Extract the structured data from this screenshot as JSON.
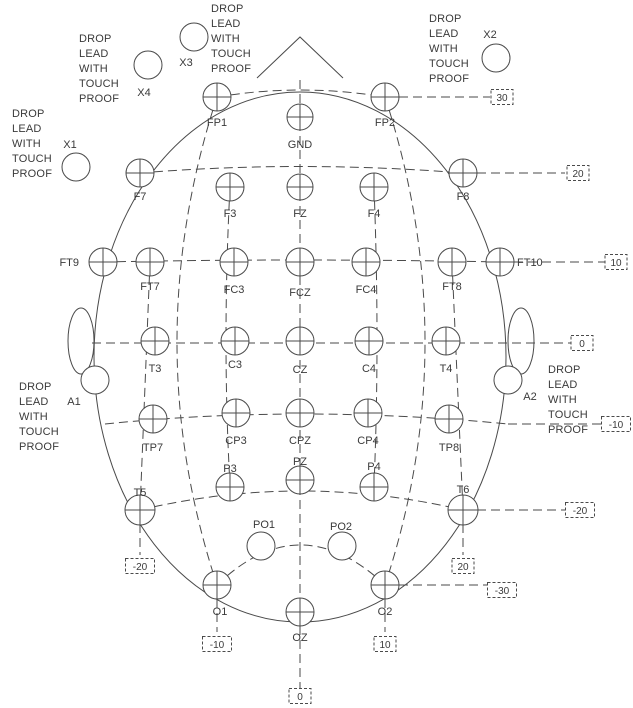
{
  "electrodes": [
    {
      "id": "FP1",
      "label": "FP1"
    },
    {
      "id": "FP2",
      "label": "FP2"
    },
    {
      "id": "GND",
      "label": "GND"
    },
    {
      "id": "F7",
      "label": "F7"
    },
    {
      "id": "F3",
      "label": "F3"
    },
    {
      "id": "FZ",
      "label": "FZ"
    },
    {
      "id": "F4",
      "label": "F4"
    },
    {
      "id": "F8",
      "label": "F8"
    },
    {
      "id": "FT9",
      "label": "FT9"
    },
    {
      "id": "FT7",
      "label": "FT7"
    },
    {
      "id": "FC3",
      "label": "FC3"
    },
    {
      "id": "FCZ",
      "label": "FCZ"
    },
    {
      "id": "FC4",
      "label": "FC4"
    },
    {
      "id": "FT8",
      "label": "FT8"
    },
    {
      "id": "FT10",
      "label": "FT10"
    },
    {
      "id": "T3",
      "label": "T3"
    },
    {
      "id": "C3",
      "label": "C3"
    },
    {
      "id": "CZ",
      "label": "CZ"
    },
    {
      "id": "C4",
      "label": "C4"
    },
    {
      "id": "T4",
      "label": "T4"
    },
    {
      "id": "A1",
      "label": "A1"
    },
    {
      "id": "A2",
      "label": "A2"
    },
    {
      "id": "TP7",
      "label": "TP7"
    },
    {
      "id": "CP3",
      "label": "CP3"
    },
    {
      "id": "CPZ",
      "label": "CPZ"
    },
    {
      "id": "CP4",
      "label": "CP4"
    },
    {
      "id": "TP8",
      "label": "TP8"
    },
    {
      "id": "P3",
      "label": "P3"
    },
    {
      "id": "PZ",
      "label": "PZ"
    },
    {
      "id": "P4",
      "label": "P4"
    },
    {
      "id": "T5",
      "label": "T5"
    },
    {
      "id": "T6",
      "label": "T6"
    },
    {
      "id": "PO1",
      "label": "PO1"
    },
    {
      "id": "PO2",
      "label": "PO2"
    },
    {
      "id": "O1",
      "label": "O1"
    },
    {
      "id": "OZ",
      "label": "OZ"
    },
    {
      "id": "O2",
      "label": "O2"
    },
    {
      "id": "X1",
      "label": "X1"
    },
    {
      "id": "X2",
      "label": "X2"
    },
    {
      "id": "X3",
      "label": "X3"
    },
    {
      "id": "X4",
      "label": "X4"
    }
  ],
  "notes": {
    "line1": "DROP",
    "line2": "LEAD",
    "line3": "WITH",
    "line4": "TOUCH",
    "line5": "PROOF"
  },
  "grid_values": {
    "right": [
      "30",
      "20",
      "10",
      "0",
      "-10",
      "-20",
      "-30"
    ],
    "bottom": [
      "-20",
      "-10",
      "0",
      "10",
      "20"
    ]
  }
}
